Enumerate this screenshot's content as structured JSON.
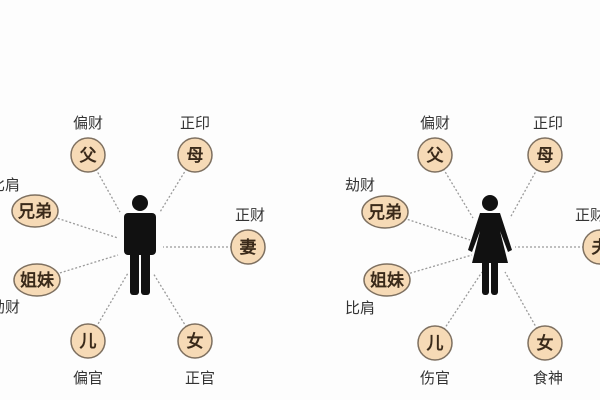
{
  "colors": {
    "node_fill": "#f6dab6",
    "node_stroke": "#7e7060",
    "figure": "#111111",
    "connector": "#9a9a9a"
  },
  "diagrams": [
    {
      "figure": "man-icon",
      "nodes": [
        {
          "text": "父",
          "label": "偏财"
        },
        {
          "text": "母",
          "label": "正印"
        },
        {
          "text": "兄弟",
          "label": "比肩"
        },
        {
          "text": "妻",
          "label": "正财"
        },
        {
          "text": "姐妹",
          "label": "劫财"
        },
        {
          "text": "儿",
          "label": "偏官"
        },
        {
          "text": "女",
          "label": "正官"
        }
      ]
    },
    {
      "figure": "woman-icon",
      "nodes": [
        {
          "text": "父",
          "label": "偏财"
        },
        {
          "text": "母",
          "label": "正印"
        },
        {
          "text": "兄弟",
          "label": "劫财"
        },
        {
          "text": "夫",
          "label": "正财"
        },
        {
          "text": "姐妹",
          "label": "比肩"
        },
        {
          "text": "儿",
          "label": "伤官"
        },
        {
          "text": "女",
          "label": "食神"
        }
      ]
    }
  ]
}
